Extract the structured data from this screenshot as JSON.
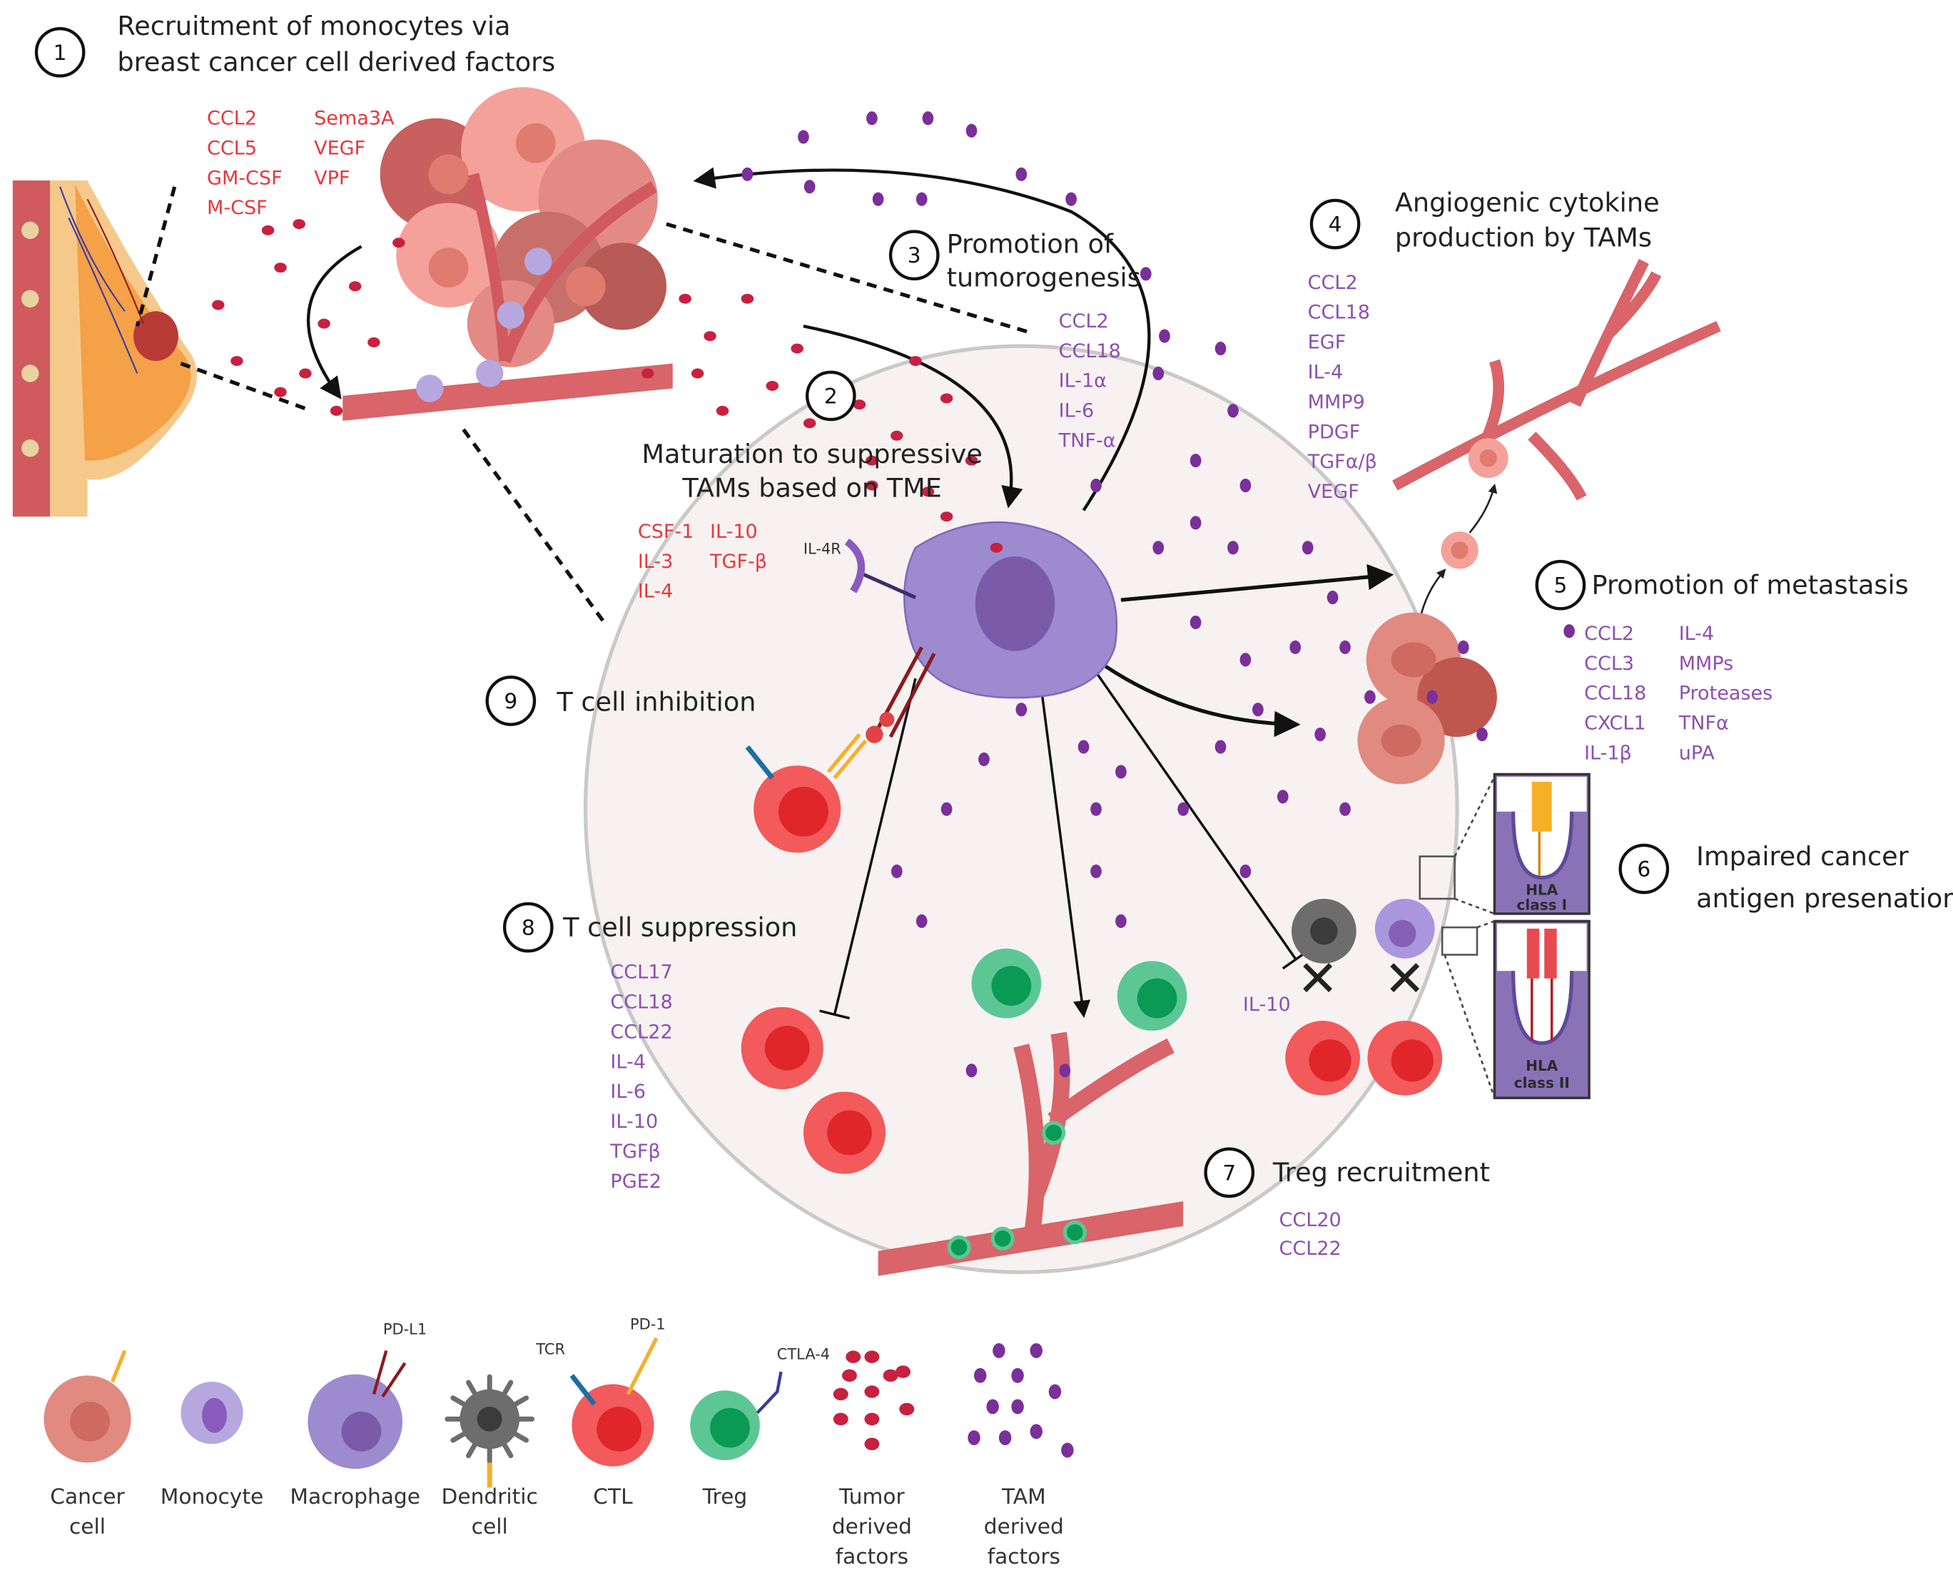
{
  "steps": [
    {
      "number": "1",
      "title_lines": [
        "Recruitment of monocytes via",
        "breast cancer cell derived factors"
      ],
      "factors_col1": [
        "CCL2",
        "CCL5",
        "GM-CSF",
        "M-CSF"
      ],
      "factors_col2": [
        "Sema3A",
        "VEGF",
        "VPF"
      ]
    },
    {
      "number": "2",
      "title_lines": [
        "Maturation to suppressive",
        "TAMs based on TME"
      ],
      "factors_col1": [
        "CSF-1",
        "IL-3",
        "IL-4"
      ],
      "factors_col2": [
        "IL-10",
        "TGF-β"
      ]
    },
    {
      "number": "3",
      "title_lines": [
        "Promotion of",
        "tumorogenesis"
      ],
      "factors_col1": [
        "CCL2",
        "CCL18",
        "IL-1α",
        "IL-6",
        "TNF-α"
      ]
    },
    {
      "number": "4",
      "title_lines": [
        "Angiogenic cytokine",
        "production by TAMs"
      ],
      "factors_col1": [
        "CCL2",
        "CCL18",
        "EGF",
        "IL-4",
        "MMP9",
        "PDGF",
        "TGFα/β",
        "VEGF"
      ]
    },
    {
      "number": "5",
      "title_lines": [
        "Promotion of metastasis"
      ],
      "factors_col1": [
        "CCL2",
        "CCL3",
        "CCL18",
        "CXCL1",
        "IL-1β"
      ],
      "factors_col2": [
        "IL-4",
        "MMPs",
        "Proteases",
        "TNFα",
        "uPA"
      ]
    },
    {
      "number": "6",
      "title_lines": [
        "Impaired cancer",
        "antigen presenation"
      ]
    },
    {
      "number": "7",
      "title_lines": [
        "Treg recruitment"
      ],
      "factors_col1": [
        "CCL20",
        "CCL22"
      ]
    },
    {
      "number": "8",
      "title_lines": [
        "T cell suppression"
      ],
      "factors_col1": [
        "CCL17",
        "CCL18",
        "CCL22",
        "IL-4",
        "IL-6",
        "IL-10",
        "TGFβ",
        "PGE2"
      ]
    },
    {
      "number": "9",
      "title_lines": [
        "T cell inhibition"
      ]
    }
  ],
  "labels": {
    "il4r": "IL-4R",
    "il10": "IL-10",
    "hla1": [
      "HLA",
      "class I"
    ],
    "hla2": [
      "HLA",
      "class II"
    ]
  },
  "legend": [
    {
      "name": "cancer-cell",
      "lines": [
        "Cancer",
        "cell"
      ]
    },
    {
      "name": "monocyte",
      "lines": [
        "Monocyte"
      ]
    },
    {
      "name": "macrophage",
      "lines": [
        "Macrophage"
      ],
      "marker": "PD-L1"
    },
    {
      "name": "dendritic-cell",
      "lines": [
        "Dendritic",
        "cell"
      ]
    },
    {
      "name": "ctl",
      "lines": [
        "CTL"
      ],
      "marker": "PD-1",
      "marker2": "TCR"
    },
    {
      "name": "treg",
      "lines": [
        "Treg"
      ],
      "marker": "CTLA-4"
    },
    {
      "name": "tumor-derived-factors",
      "lines": [
        "Tumor",
        "derived",
        "factors"
      ]
    },
    {
      "name": "tam-derived-factors",
      "lines": [
        "TAM",
        "derived",
        "factors"
      ]
    }
  ],
  "colors": {
    "tumor_factor": "#c8203f",
    "tam_factor": "#7a2f9a",
    "red_text": "#e8373c",
    "purple_text": "#8e4fb0",
    "tme_fill": "#f7f2f1",
    "vessel": "#d9646a",
    "ctl": "#f25a5c",
    "treg": "#5cc795",
    "macrophage": "#9d8bd0"
  }
}
